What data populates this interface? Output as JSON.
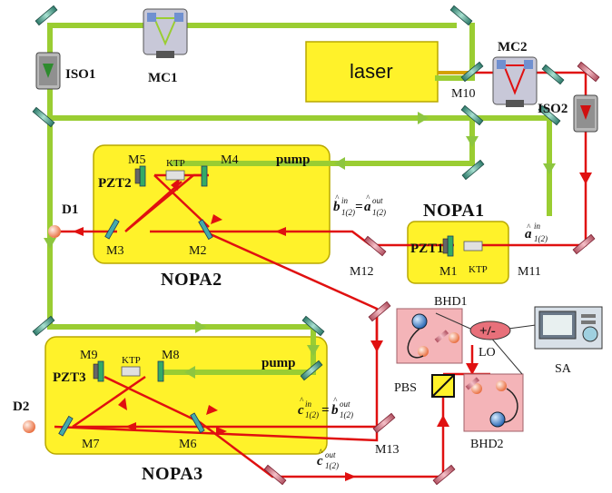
{
  "labels": {
    "laser": "laser",
    "mc1": "MC1",
    "mc2": "MC2",
    "iso1": "ISO1",
    "iso2": "ISO2",
    "m10": "M10",
    "nopa1": "NOPA1",
    "nopa2": "NOPA2",
    "nopa3": "NOPA3",
    "pump_nopa2": "pump",
    "pump_nopa3": "pump",
    "m1": "M1",
    "m2": "M2",
    "m3": "M3",
    "m4": "M4",
    "m5": "M5",
    "m6": "M6",
    "m7": "M7",
    "m8": "M8",
    "m9": "M9",
    "m11": "M11",
    "m12": "M12",
    "m13": "M13",
    "ktp_nopa1": "KTP",
    "ktp_nopa2": "KTP",
    "ktp_nopa3": "KTP",
    "pzt1": "PZT1",
    "pzt2": "PZT2",
    "pzt3": "PZT3",
    "d1": "D1",
    "d2": "D2",
    "bhd1": "BHD1",
    "bhd2": "BHD2",
    "lo": "LO",
    "pbs": "PBS",
    "sa": "SA",
    "plusminus": "+/-"
  },
  "field_labels": {
    "a_in": {
      "sym": "a",
      "hat": "^",
      "sup": "in",
      "sub": "1(2)"
    },
    "b_in_eq_a_out": {
      "lhs": "b",
      "lhs_sup": "in",
      "eq": "=",
      "rhs": "a",
      "rhs_sup": "out",
      "sub": "1(2)"
    },
    "c_in_eq_b_out": {
      "lhs": "c",
      "lhs_sup": "in",
      "eq": "=",
      "rhs": "b",
      "rhs_sup": "out",
      "sub": "1(2)"
    },
    "c_out": {
      "sym": "c",
      "sup": "out",
      "sub": "1(2)"
    }
  },
  "colors": {
    "pump_beam": "#9ACD32",
    "signal_beam": "#E01010",
    "box": "#FFF22A",
    "mirror": "#3C9A8A",
    "detector": "#F4A080",
    "bhd_box": "#F4B4B8"
  }
}
